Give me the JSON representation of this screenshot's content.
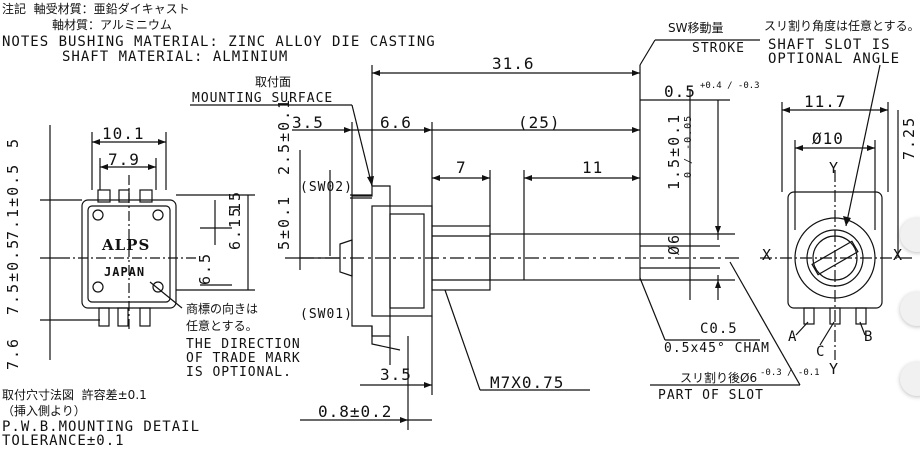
{
  "notes": {
    "jp_line1": "注記  軸受材質：亜鉛ダイキャスト",
    "jp_line2": "軸材質：アルミニウム",
    "en_line1": "NOTES BUSHING MATERIAL: ZINC ALLOY DIE CASTING",
    "en_line2": "SHAFT MATERIAL: ALMINIUM"
  },
  "front_view": {
    "dim_top_outer": "10.1",
    "dim_top_inner": "7.9",
    "dim_left_1": "5",
    "dim_left_2": "7.1±0.5",
    "dim_left_3": "7.5±0.5",
    "dim_left_4": "7.6",
    "dim_right_1": "6.15",
    "dim_right_2": "6.5",
    "dim_right_3": "15",
    "logo": "ALPS",
    "marking": "JAPAN",
    "trademark_jp_1": "商標の向きは",
    "trademark_jp_2": "任意とする。",
    "trademark_en_1": "THE DIRECTION",
    "trademark_en_2": "OF TRADE MARK",
    "trademark_en_3": "IS OPTIONAL."
  },
  "pcb": {
    "jp_title": "取付穴寸法図  許容差±0.1",
    "jp_sub": "（挿入側より）",
    "en_title": "P.W.B.MOUNTING DETAIL",
    "en_tol": "TOLERANCE±0.1"
  },
  "side_view": {
    "total_length": "31.6",
    "mount_jp": "取付面",
    "mount_en": "MOUNTING SURFACE",
    "dim_a": "3.5",
    "dim_b": "6.6",
    "dim_c": "(25)",
    "dim_d": "7",
    "dim_e": "11",
    "sw02": "(SW02)",
    "sw01": "(SW01)",
    "dim_vert_1": "5±0.1",
    "dim_vert_2": "2.5±0.1",
    "dim_vert_3": "1.5±0.1",
    "dim_shaft_dia": "Ø6",
    "dim_shaft_tol": "0 / -0.05",
    "dim_bottom_1": "3.5",
    "dim_bottom_2": "0.8±0.2",
    "thread": "M7X0.75",
    "chamfer_1": "C0.5",
    "chamfer_2": "0.5x45° CHAM",
    "sw_travel_jp": "SW移動量",
    "sw_travel_en": "STROKE",
    "stroke_value": "0.5",
    "stroke_tol": "+0.4 / -0.3",
    "slot_jp": "スリ割り後Ø6",
    "slot_tol": "-0.3 / -0.1",
    "slot_en": "PART OF SLOT"
  },
  "end_view": {
    "slot_note_jp": "スリ割り角度は任意とする。",
    "slot_note_en_1": "SHAFT SLOT IS",
    "slot_note_en_2": "OPTIONAL ANGLE",
    "dim_width": "11.7",
    "dim_dia": "Ø10",
    "dim_height": "7.25",
    "axis_x": "X",
    "axis_y": "Y",
    "pin_a": "A",
    "pin_b": "B",
    "pin_c": "C"
  }
}
